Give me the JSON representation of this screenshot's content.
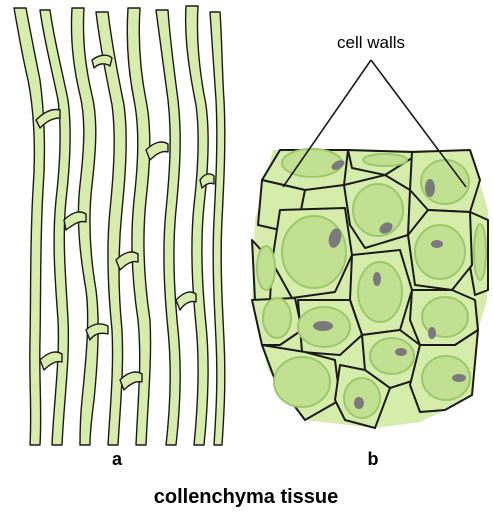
{
  "diagram": {
    "callout": "cell walls",
    "panel_a": "a",
    "panel_b": "b",
    "caption": "collenchyma tissue"
  },
  "colors": {
    "cell_fill": "#d5ecaa",
    "cell_wall": "#1a1a1a",
    "fiber_fill": "#d8ecab",
    "inner_cytoplasm": "#c2e092",
    "inner_edge": "#9cc86a",
    "nucleus": "#7a7a7a"
  }
}
